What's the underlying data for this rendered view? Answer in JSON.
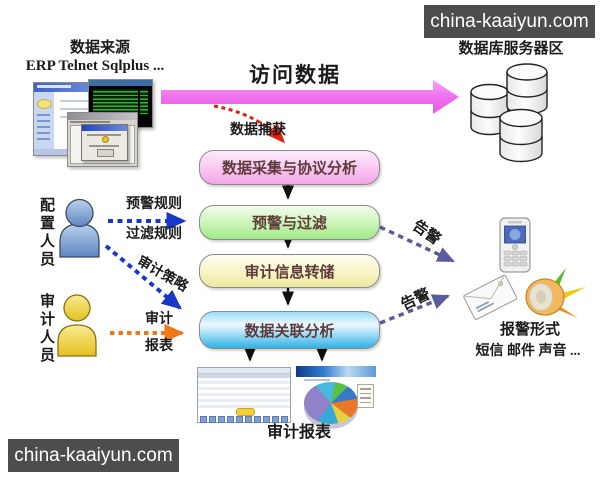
{
  "watermarks": {
    "top_right": "china-kaaiyun.com",
    "bottom_left": "china-kaaiyun.com"
  },
  "data_source": {
    "title": "数据来源",
    "subtitle": "ERP Telnet Sqlplus ..."
  },
  "database_zone": {
    "label": "数据库服务器区"
  },
  "flow": {
    "access_arrow_label": "访问数据",
    "capture_label": "数据捕获",
    "boxes": [
      {
        "label": "数据采集与协议分析"
      },
      {
        "label": "预警与过滤"
      },
      {
        "label": "审计信息转储"
      },
      {
        "label": "数据关联分析"
      }
    ]
  },
  "actors": [
    {
      "label": "配置人员"
    },
    {
      "label": "审计人员"
    }
  ],
  "edge_labels": {
    "warn_rule": "预警规则",
    "filter_rule": "过滤规则",
    "audit_policy": "审计策略",
    "audit": "审计",
    "report": "报表",
    "alarm_top": "告警",
    "alarm_bottom": "告警"
  },
  "alarm": {
    "title": "报警形式",
    "subtitle": "短信 邮件 声音 ..."
  },
  "audit_report": {
    "label": "审计报表"
  },
  "icons": {
    "database_cluster": "db-cylinders",
    "config_user": "person-blue",
    "audit_user": "person-yellow",
    "phone": "mobile-phone",
    "mail": "envelope",
    "sound": "horn-speaker",
    "source_windows": "app-screenshots",
    "report_table": "table-screenshot",
    "report_chart": "pie-chart-screenshot"
  },
  "colors": {
    "access_arrow": "#ee66ee",
    "capture_arrow": "#dd2211",
    "rule_arrow": "#1838c8",
    "audit_arrow": "#f07818",
    "alarm_arrow": "#5a5c9e",
    "box_collect": "#f3a4e8",
    "box_alert": "#a0ea85",
    "box_store": "#efe99c",
    "box_analyze": "#2fb2e8",
    "watermark_bg": "#4d4d4d"
  }
}
